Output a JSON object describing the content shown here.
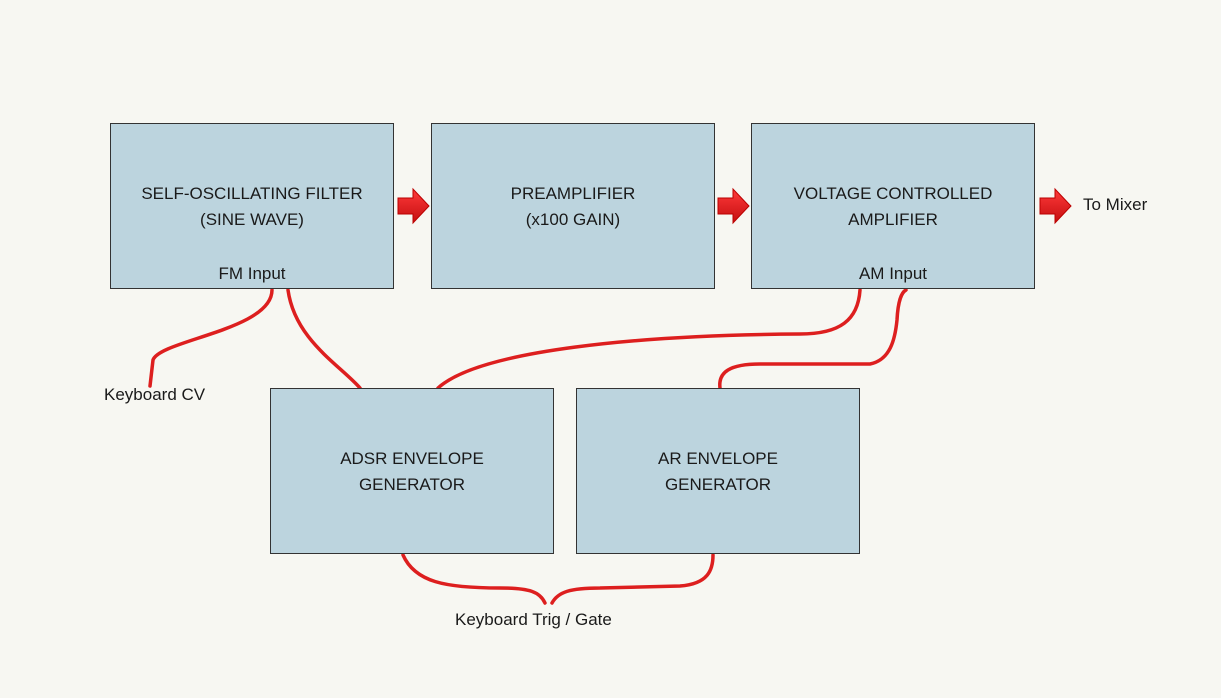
{
  "blocks": {
    "filter": {
      "title": "SELF-OSCILLATING FILTER\n(SINE WAVE)",
      "port": "FM Input"
    },
    "preamp": {
      "title": "PREAMPLIFIER\n(x100 GAIN)"
    },
    "vca": {
      "title": "VOLTAGE CONTROLLED\nAMPLIFIER",
      "port": "AM Input"
    },
    "adsr": {
      "title": "ADSR ENVELOPE\nGENERATOR"
    },
    "ar": {
      "title": "AR ENVELOPE\nGENERATOR"
    }
  },
  "labels": {
    "to_mixer": "To Mixer",
    "keyboard_cv": "Keyboard CV",
    "keyboard_trig": "Keyboard Trig / Gate"
  },
  "colors": {
    "block_fill": "#bcd4de",
    "wire": "#dd1f1f",
    "arrow": "#e3171b"
  }
}
